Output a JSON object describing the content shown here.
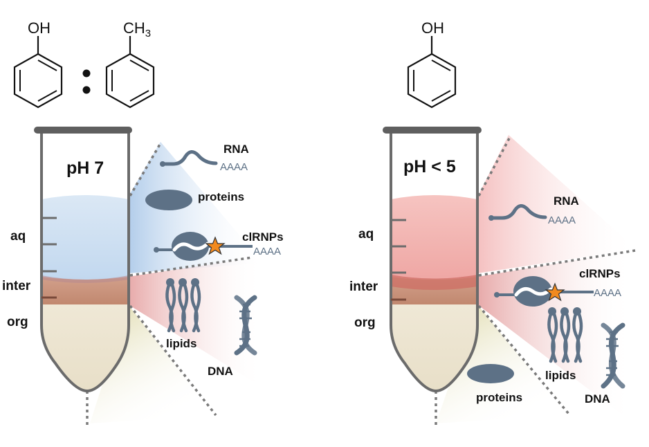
{
  "panels": [
    {
      "chem": {
        "phenol_oh": "OH",
        "separator": ":",
        "toluene_ch3": "CH",
        "toluene_sub": "3"
      },
      "tube": {
        "ph": "pH 7",
        "phase_aq": "aq",
        "phase_inter": "inter",
        "phase_org": "org",
        "aqueous_color": "#cfe0f2"
      },
      "labels": {
        "rna": "RNA",
        "rna_tail": "AAAA",
        "proteins": "proteins",
        "clrnps": "clRNPs",
        "clrnps_tail": "AAAA",
        "lipids": "lipids",
        "dna": "DNA"
      }
    },
    {
      "chem": {
        "phenol_oh": "OH"
      },
      "tube": {
        "ph": "pH < 5",
        "phase_aq": "aq",
        "phase_inter": "inter",
        "phase_org": "org",
        "aqueous_color": "#f4b9b6"
      },
      "labels": {
        "rna": "RNA",
        "rna_tail": "AAAA",
        "proteins": "proteins",
        "clrnps": "clRNPs",
        "clrnps_tail": "AAAA",
        "lipids": "lipids",
        "dna": "DNA"
      }
    }
  ],
  "colors": {
    "molecule": "#5d7186",
    "star": "#f28a1e",
    "tube_outline": "#6b6b6b",
    "interphase": "#c68f78",
    "organic": "#ebe3cf",
    "aqueous_blue": "#cfe0f2",
    "aqueous_red": "#f4b9b6"
  }
}
